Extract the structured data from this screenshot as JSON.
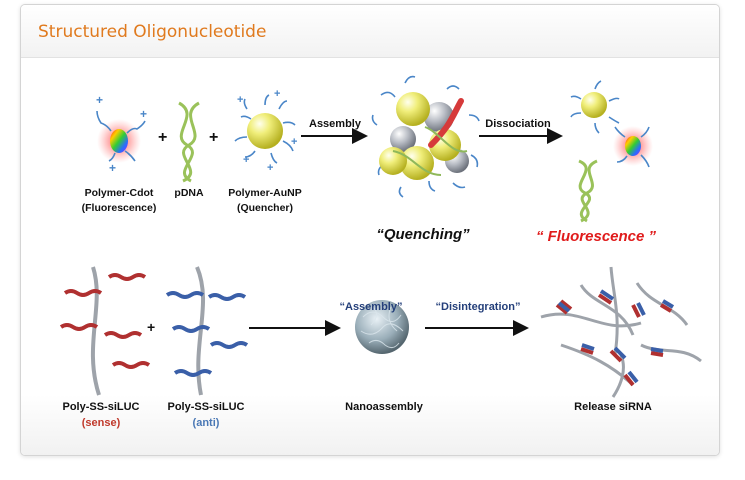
{
  "header": {
    "title": "Structured Oligonucleotide"
  },
  "top_row": {
    "components": [
      {
        "name": "Polymer-Cdot",
        "role": "(Fluorescence)"
      },
      {
        "name": "pDNA",
        "role": ""
      },
      {
        "name": "Polymer-AuNP",
        "role": "(Quencher)"
      }
    ],
    "plus_sign": "+",
    "arrow_assembly": "Assembly",
    "arrow_dissociation": "Dissociation",
    "state_quenching": "“Quenching”",
    "state_fluorescence": "“ Fluorescence ”"
  },
  "bottom_row": {
    "strand_name": "Poly-SS-siLUC",
    "sense": "(sense)",
    "anti": "(anti)",
    "arrow_assembly": "“Assembly”",
    "arrow_disintegration": "“Disintegration”",
    "nanoassembly": "Nanoassembly",
    "release": "Release siRNA"
  },
  "colors": {
    "title": "#e07a1e",
    "fluorescence": "#e01b1b",
    "sense": "#c0392b",
    "anti": "#4a78b5",
    "arrow_label_blue": "#243f7a"
  }
}
